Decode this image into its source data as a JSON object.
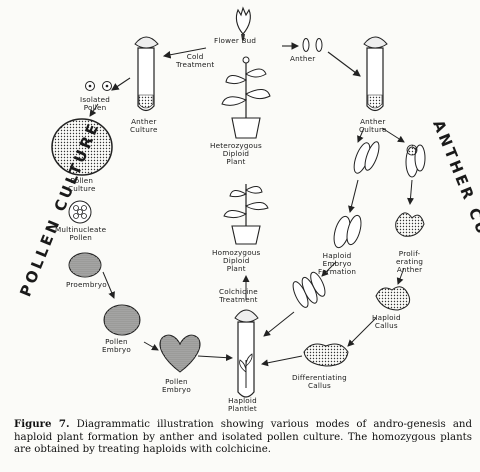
{
  "labels": {
    "flower_bud": "Flower Bud",
    "anther": "Anther",
    "cold_treatment": [
      "Cold",
      "Treatment"
    ],
    "anther_culture_left": [
      "Anther",
      "Culture"
    ],
    "anther_culture_right": [
      "Anther",
      "Culture"
    ],
    "isolated_pollen": [
      "Isolated",
      "Pollen"
    ],
    "pollen_culture": [
      "Pollen",
      "Culture"
    ],
    "multinucleate_pollen": [
      "Multinucleate",
      "Pollen"
    ],
    "proembryo": "Proembryo",
    "pollen_embryo_left": [
      "Pollen",
      "Embryo"
    ],
    "pollen_embryo_center": [
      "Pollen",
      "Embryo"
    ],
    "heterozygous_plant": [
      "Heterozygous",
      "Diploid",
      "Plant"
    ],
    "homozygous_plant": [
      "Homozygous",
      "Diploid",
      "Plant"
    ],
    "colchicine_treatment": [
      "Colchicine",
      "Treatment"
    ],
    "haploid_plantlet": [
      "Haploid",
      "Plantlet"
    ],
    "differentiating_callus": [
      "Differentiating",
      "Callus"
    ],
    "haploid_callus": [
      "Haploid",
      "Callus"
    ],
    "haploid_embryo_formation": [
      "Haploid",
      "Embryo",
      "Formation"
    ],
    "proliferating_anther": [
      "Prolif-",
      "erating",
      "Anther"
    ]
  },
  "side_titles": {
    "left": "POLLEN CULTURE",
    "right": "ANTHER CULTURE"
  },
  "caption": {
    "figure": "Figure 7.",
    "text": "Diagrammatic illustration showing various modes of andro-genesis and haploid plant formation by anther and isolated pollen culture. The homozygous plants are obtained by treating haploids with colchicine."
  }
}
